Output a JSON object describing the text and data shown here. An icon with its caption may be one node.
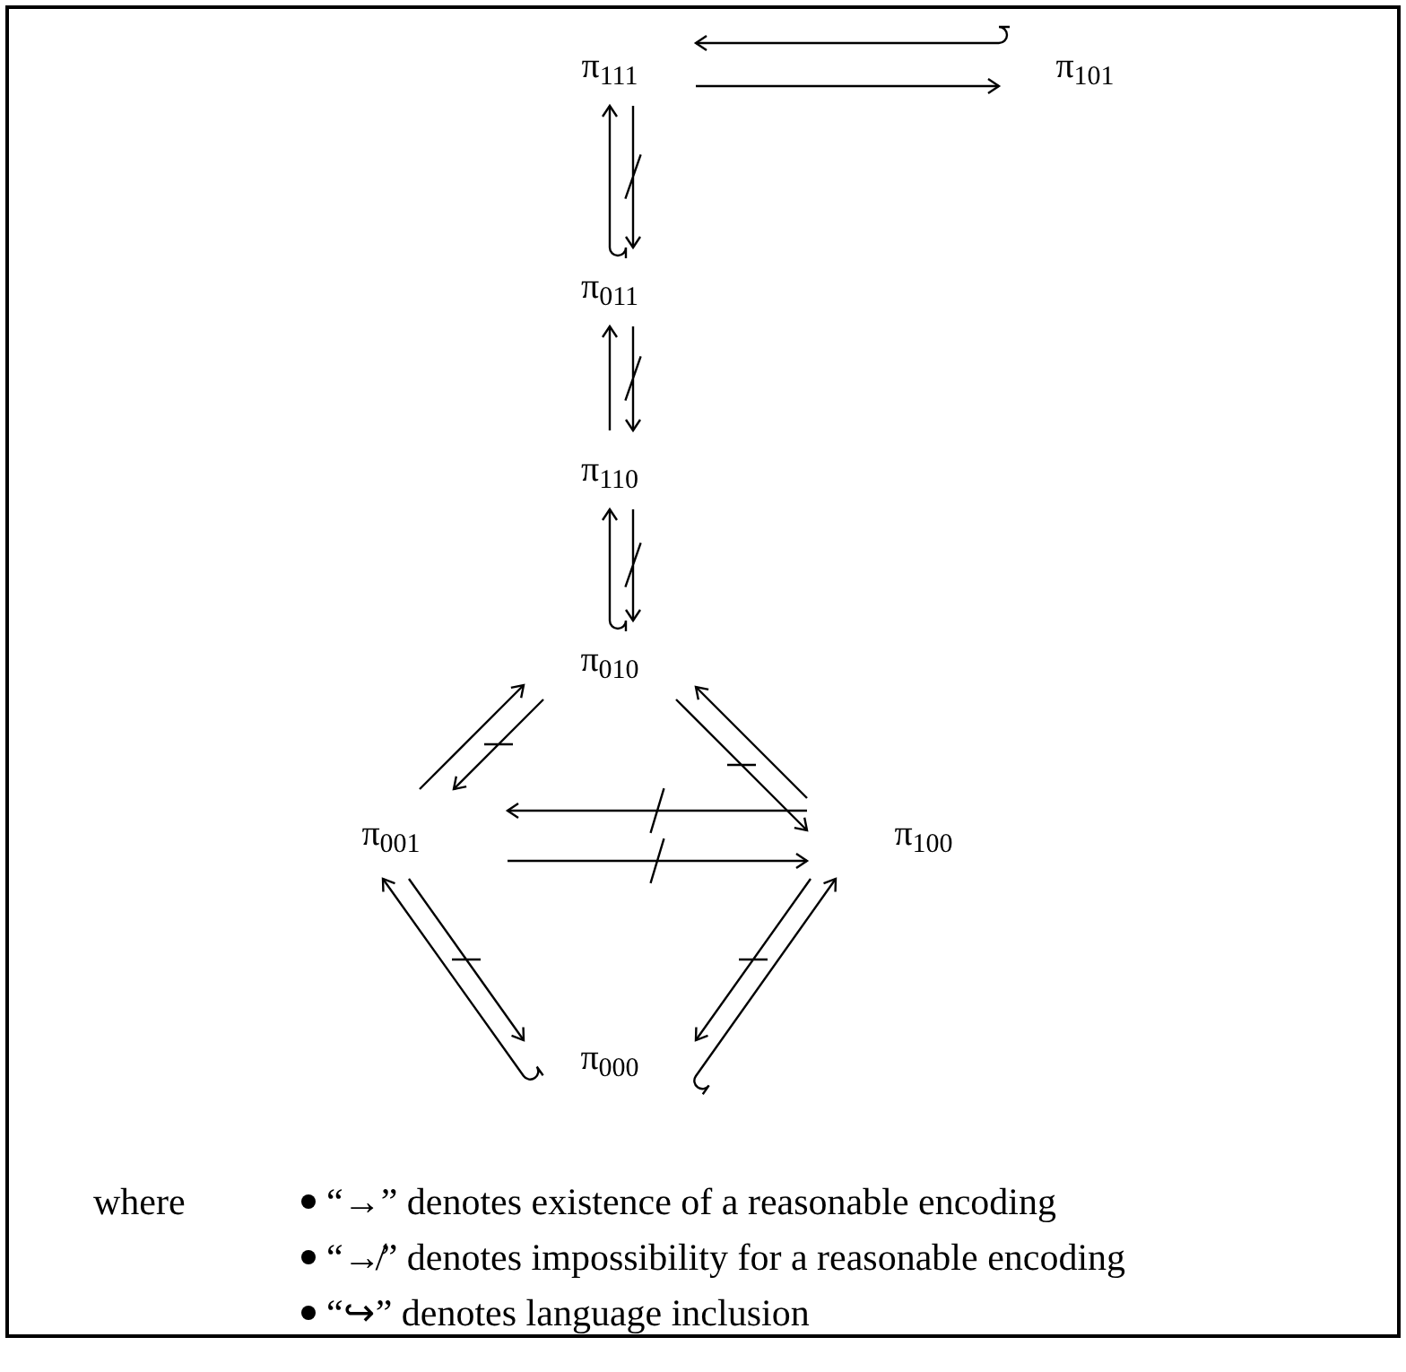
{
  "diagram": {
    "nodes": [
      {
        "text": [
          "π$_{111}$"
        ]
      },
      {
        "text": [
          "π$_{101}$"
        ]
      },
      {
        "text": [
          "π$_{011}$"
        ]
      },
      {
        "text": [
          "π$_{110}$"
        ]
      },
      {
        "text": [
          "π$_{010}$"
        ]
      },
      {
        "text": [
          "π$_{001}$"
        ]
      },
      {
        "text": [
          "π$_{100}$"
        ]
      },
      {
        "text": [
          "π$_{000}$"
        ]
      }
    ],
    "edges": [
      {
        "from": 1,
        "to": 0,
        "arrow": "to"
      },
      {
        "from": 0,
        "to": 1,
        "arrow": "to"
      },
      {
        "from": 2,
        "to": 0,
        "arrow": "to"
      },
      {
        "from": 0,
        "to": 2,
        "arrow": "to"
      },
      {
        "from": 3,
        "to": 2,
        "arrow": "to"
      },
      {
        "from": 2,
        "to": 3,
        "arrow": "to"
      },
      {
        "from": 4,
        "to": 3,
        "arrow": "to"
      },
      {
        "from": 3,
        "to": 4,
        "arrow": "to"
      },
      {
        "from": 5,
        "to": 4,
        "arrow": "to"
      },
      {
        "from": 4,
        "to": 5,
        "arrow": "to"
      },
      {
        "from": 4,
        "to": 6,
        "arrow": "to"
      },
      {
        "from": 6,
        "to": 4,
        "arrow": "to"
      },
      {
        "from": 6,
        "to": 5,
        "arrow": "to"
      },
      {
        "from": 5,
        "to": 6,
        "arrow": "to"
      },
      {
        "from": 7,
        "to": 5,
        "arrow": "to"
      },
      {
        "from": 5,
        "to": 7,
        "arrow": "to"
      },
      {
        "from": 6,
        "to": 7,
        "arrow": "to"
      },
      {
        "from": 7,
        "to": 6,
        "arrow": "to"
      }
    ],
    "labels": [
      "where"
    ],
    "legend": [
      {
        "text": "“→” denotes existence of a reasonable encoding"
      },
      {
        "text": "“↛” denotes impossibility for a reasonable encoding"
      },
      {
        "text": "“↪” denotes language inclusion"
      }
    ]
  }
}
